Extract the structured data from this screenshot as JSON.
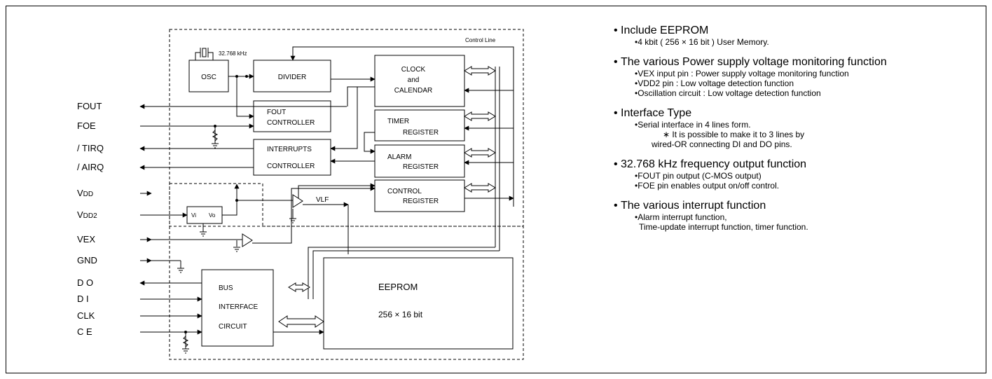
{
  "diagram": {
    "control_line_label": "Control Line",
    "crystal_label": "32.768 kHz",
    "blocks": {
      "osc": "OSC",
      "divider": "DIVIDER",
      "clock_line1": "CLOCK",
      "clock_line2": "and",
      "clock_line3": "CALENDAR",
      "fout_line1": "FOUT",
      "fout_line2": "CONTROLLER",
      "timer_line1": "TIMER",
      "timer_line2": "REGISTER",
      "interrupts_line1": "INTERRUPTS",
      "interrupts_line2": "CONTROLLER",
      "alarm_line1": "ALARM",
      "alarm_line2": "REGISTER",
      "control_line1": "CONTROL",
      "control_line2": "REGISTER",
      "vi": "Vi",
      "vo": "Vo",
      "vlf": "VLF",
      "bus_line1": "BUS",
      "bus_line2": "INTERFACE",
      "bus_line3": "CIRCUIT",
      "eeprom_line1": "EEPROM",
      "eeprom_line2": "256 × 16 bit"
    },
    "pins": {
      "fout": "FOUT",
      "foe": "FOE",
      "tirq": "/ TIRQ",
      "airq": "/ AIRQ",
      "vdd_main": "V",
      "vdd_sub": "DD",
      "vdd2_main": "V",
      "vdd2_sub": "DD2",
      "vex": "VEX",
      "gnd": "GND",
      "do": "D O",
      "di": "D I",
      "clk": "CLK",
      "ce": "C E"
    }
  },
  "features": [
    {
      "title": "Include EEPROM",
      "details": [
        "•4 kbit ( 256 × 16 bit ) User Memory."
      ]
    },
    {
      "title": "The various Power supply voltage monitoring function",
      "details": [
        "•VEX input pin : Power supply voltage monitoring function",
        "•VDD2 pin : Low voltage detection function",
        "•Oscillation circuit : Low voltage detection function"
      ]
    },
    {
      "title": "Interface Type",
      "details": [
        "•Serial interface in 4 lines form.",
        "∗ It is possible to make it to 3 lines by",
        "wired-OR connecting DI and DO pins."
      ]
    },
    {
      "title": "32.768 kHz frequency output function",
      "details": [
        "•FOUT pin output (C-MOS output)",
        "•FOE pin enables output on/off control."
      ]
    },
    {
      "title": "The various interrupt function",
      "details": [
        "•Alarm interrupt function,",
        "Time-update interrupt function, timer function."
      ]
    }
  ]
}
